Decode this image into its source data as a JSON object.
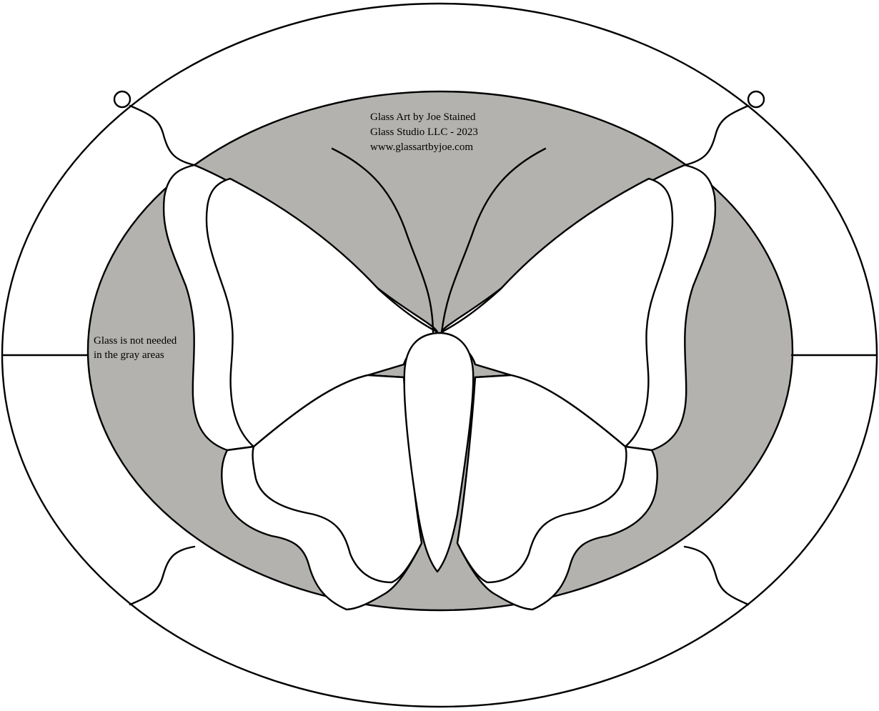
{
  "credit": {
    "line1": "Glass Art by Joe Stained",
    "line2": "Glass Studio LLC - 2023",
    "line3": "www.glassartbyjoe.com"
  },
  "note": {
    "line1": "Glass is not needed",
    "line2": "in the gray areas"
  },
  "colors": {
    "gray_area": "#b3b2af",
    "glass": "#ffffff",
    "lead_line": "#000000"
  }
}
